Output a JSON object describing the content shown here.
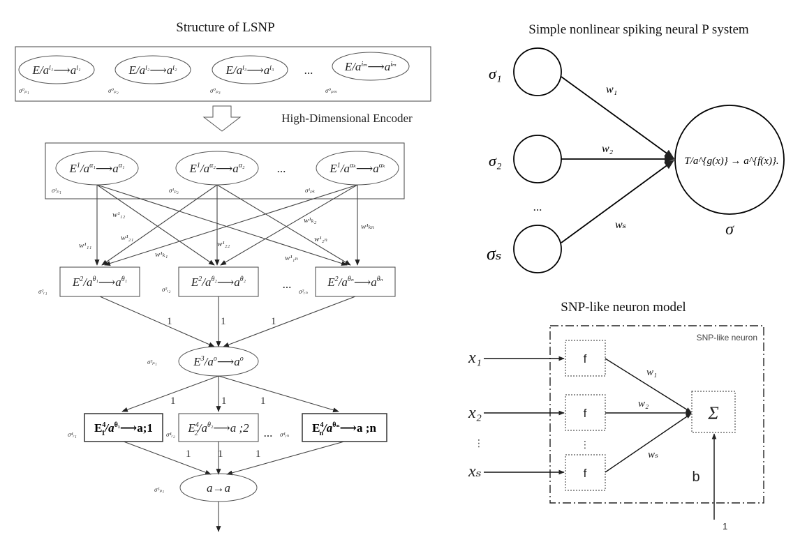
{
  "left": {
    "title": "Structure of LSNP",
    "encoder_label": "High-Dimensional Encoder",
    "input_neurons": [
      {
        "rule": "E/a^{i_1}→a^{i_1}",
        "sigma": "σ⁰ₚ₁"
      },
      {
        "rule": "E/a^{i_2}→a^{i_2}",
        "sigma": "σ⁰ₚ₂"
      },
      {
        "rule": "E/a^{i_3}→a^{i_3}",
        "sigma": "σ⁰ₚ₃"
      },
      {
        "rule": "E/a^{i_m}→a^{i_m}",
        "sigma": "σ⁰ₚₘ"
      }
    ],
    "ellipsis": "...",
    "layer1": [
      {
        "rule": "E¹/a^{α_1}→a^{α_1}",
        "sigma": "σ¹ₚ₁"
      },
      {
        "rule": "E¹/a^{α_2}→a^{α_2}",
        "sigma": "σ¹ₚ₂"
      },
      {
        "rule": "E¹/a^{α_k}→a^{α_k}",
        "sigma": "σ¹ₚₖ"
      }
    ],
    "weights": [
      "w¹₁₁",
      "w¹₁₂",
      "w¹₂₁",
      "w¹ₖ₁",
      "w¹₂₂",
      "w¹₁ₙ",
      "w¹ₖ₂",
      "w¹₂ₙ",
      "w¹ₖₙ"
    ],
    "layer2": [
      {
        "rule": "E²/a^{θ_1}→a^{θ_1}",
        "sigma": "σ²ᵣ₁"
      },
      {
        "rule": "E²/a^{θ_2}→a^{θ_2}",
        "sigma": "σ²ᵣ₂"
      },
      {
        "rule": "E²/a^{θ_n}→a^{θ_n}",
        "sigma": "σ²ᵣₙ"
      }
    ],
    "one": "1",
    "layer3": {
      "rule": "E³/a^o→a^o",
      "sigma": "σ³ₚ₁"
    },
    "layer4": [
      {
        "rule": "E⁴₁/a^{θ_1}→a;1",
        "sigma": "σ⁴ᵣ₁"
      },
      {
        "rule": "E⁴₂/a^{θ_2}→a ;2",
        "sigma": "σ⁴ᵣ₂"
      },
      {
        "rule": "E⁴ₙ/a^{θ_n}→a ;n",
        "sigma": "σ⁴ᵣₙ"
      }
    ],
    "layer5": {
      "rule": "a→a",
      "sigma": "σ⁵ₚ₁"
    }
  },
  "right_top": {
    "title": "Simple nonlinear spiking neural P system",
    "inputs": [
      "σ₁",
      "σ₂",
      "σₛ"
    ],
    "weights": [
      "w₁",
      "w₂",
      "wₛ"
    ],
    "ellipsis": "...",
    "rule": "T/a^{g(x)} → a^{f(x)}.",
    "output_sigma": "σ"
  },
  "right_bottom": {
    "title": "SNP-like neuron model",
    "box_label": "SNP-like neuron",
    "inputs": [
      "x₁",
      "x₂",
      "xₛ"
    ],
    "f_label": "f",
    "weights": [
      "w₁",
      "w₂",
      "wₛ"
    ],
    "sum": "Σ",
    "bias": "b",
    "bias_input": "1",
    "vdots": "⋮"
  }
}
